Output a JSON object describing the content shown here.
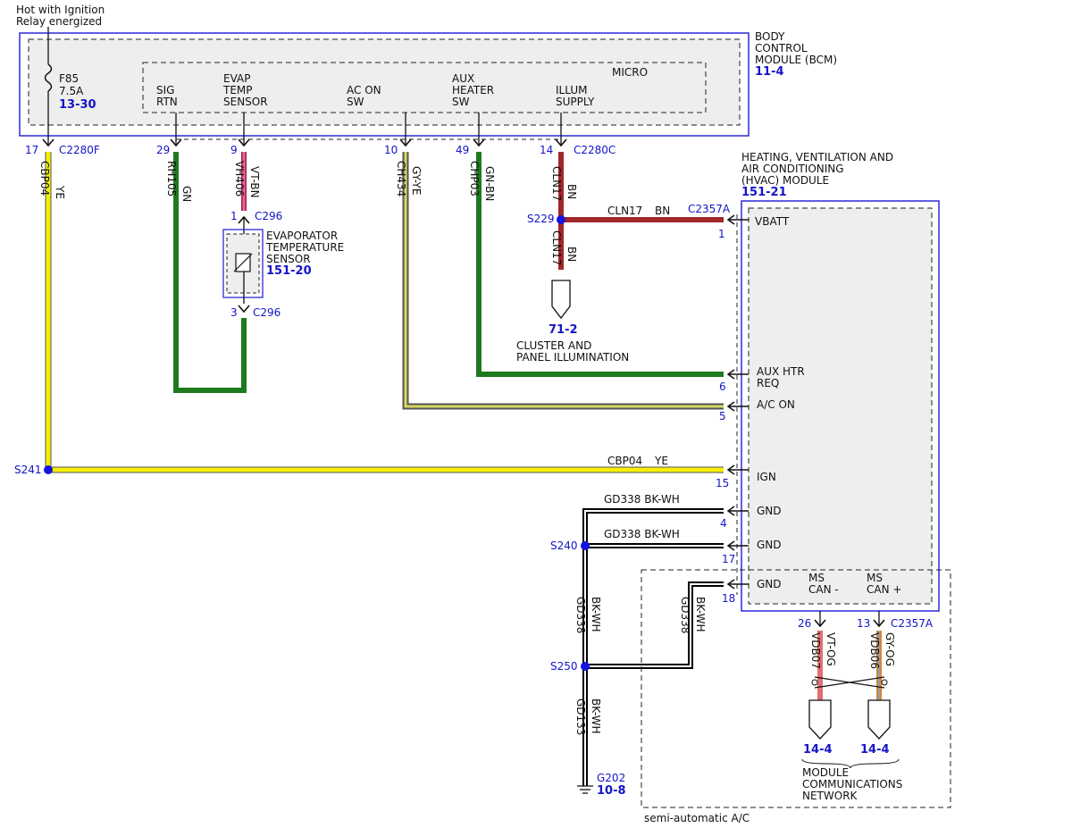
{
  "power": {
    "line1": "Hot with Ignition",
    "line2": "Relay energized"
  },
  "bcm": {
    "name1": "BODY",
    "name2": "CONTROL",
    "name3": "MODULE (BCM)",
    "ref": "11-4",
    "micro": "MICRO",
    "fuse": {
      "name": "F85",
      "rating": "7.5A",
      "ref": "13-30"
    },
    "pins": [
      {
        "l1": "SIG",
        "l2": "RTN"
      },
      {
        "l1": "EVAP",
        "l2": "TEMP",
        "l3": "SENSOR"
      },
      {
        "l1": "AC ON",
        "l2": "SW"
      },
      {
        "l1": "AUX",
        "l2": "HEATER",
        "l3": "SW"
      },
      {
        "l1": "ILLUM",
        "l2": "SUPPLY"
      }
    ]
  },
  "connectors_top": [
    {
      "pin": "17",
      "name": "C2280F"
    },
    {
      "pin": "29"
    },
    {
      "pin": "9"
    },
    {
      "pin": "10"
    },
    {
      "pin": "49"
    },
    {
      "pin": "14",
      "name": "C2280C"
    }
  ],
  "wires": [
    {
      "circuit": "CBP04",
      "color": "YE"
    },
    {
      "circuit": "RH105",
      "color": "GN"
    },
    {
      "circuit": "VH406",
      "color": "VT-BN"
    },
    {
      "circuit": "CH434",
      "color": "GY-YE"
    },
    {
      "circuit": "CHP03",
      "color": "GN-BN"
    },
    {
      "circuit": "CLN17",
      "color": "BN"
    }
  ],
  "splices": {
    "s229": "S229",
    "s241": "S241",
    "s240": "S240",
    "s250": "S250"
  },
  "sensor": {
    "name1": "EVAPORATOR",
    "name2": "TEMPERATURE",
    "name3": "SENSOR",
    "ref": "151-20",
    "pin_top": "1",
    "pin_bot": "3",
    "conn": "C296"
  },
  "cluster": {
    "ref": "71-2",
    "l1": "CLUSTER AND",
    "l2": "PANEL ILLUMINATION"
  },
  "hvac": {
    "name1": "HEATING, VENTILATION AND",
    "name2": "AIR CONDITIONING",
    "name3": "(HVAC) MODULE",
    "ref": "151-21",
    "conn": "C2357A",
    "pins": [
      {
        "pin": "1",
        "l1": "VBATT"
      },
      {
        "pin": "6",
        "l1": "AUX HTR",
        "l2": "REQ"
      },
      {
        "pin": "5",
        "l1": "A/C ON"
      },
      {
        "pin": "15",
        "l1": "IGN"
      },
      {
        "pin": "4",
        "l1": "GND"
      },
      {
        "pin": "17",
        "l1": "GND"
      },
      {
        "pin": "18",
        "l1": "GND"
      }
    ],
    "can_minus": {
      "l1": "MS",
      "l2": "CAN -",
      "pin": "26"
    },
    "can_plus": {
      "l1": "MS",
      "l2": "CAN +",
      "pin": "13"
    }
  },
  "gnd": {
    "w1": "GD338 BK-WH",
    "w2": "GD338 BK-WH",
    "w3c": "GD338",
    "w3k": "BK-WH",
    "w4c": "GD338",
    "w4k": "BK-WH",
    "w5c": "GD133",
    "w5k": "BK-WH",
    "g": "G202",
    "gref": "10-8"
  },
  "can_wires": [
    {
      "circuit": "VDB07",
      "color": "VT-OG"
    },
    {
      "circuit": "VDB06",
      "color": "GY-OG"
    }
  ],
  "network": {
    "ref1": "14-4",
    "ref2": "14-4",
    "l1": "MODULE",
    "l2": "COMMUNICATIONS",
    "l3": "NETWORK"
  },
  "option": "semi-automatic A/C",
  "colors": {
    "ye": "#f5f000",
    "gn": "#1e7a1e",
    "vt": "#e060c0",
    "gy": "#9a9a9a",
    "bn": "#a02828",
    "bk": "#000000",
    "og": "#e08020",
    "border": "#2a2ad8"
  }
}
